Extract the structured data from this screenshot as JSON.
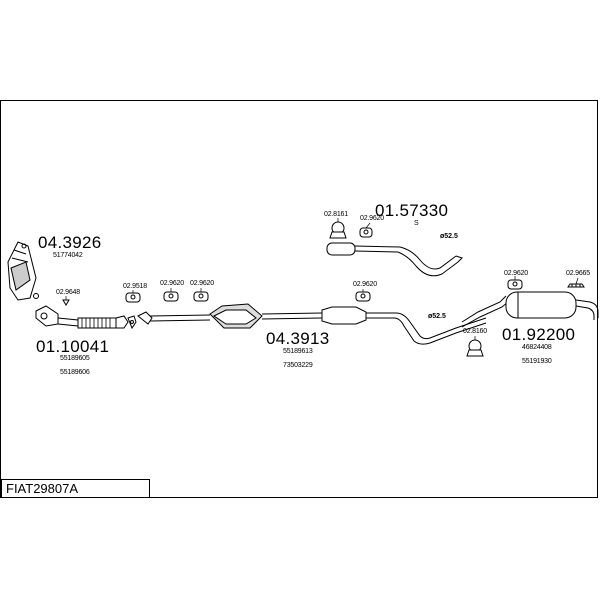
{
  "title": "FIAT29807A",
  "parts": [
    {
      "number": "04.3926",
      "refs": [
        "51774042"
      ]
    },
    {
      "number": "01.10041",
      "refs": [
        "55189605",
        "55189606"
      ]
    },
    {
      "number": "04.3913",
      "refs": [
        "55189613",
        "73503229"
      ]
    },
    {
      "number": "01.57330",
      "refs": [
        "S"
      ]
    },
    {
      "number": "01.92200",
      "refs": [
        "46824408",
        "55191930"
      ]
    }
  ],
  "fittings": [
    "02.9648",
    "02.9518",
    "02.9620",
    "02.9620",
    "02.8161",
    "02.9620",
    "02.9620",
    "02.8160",
    "02.9620",
    "02.9665"
  ],
  "diameters": [
    "ø52.5",
    "ø52.5"
  ]
}
